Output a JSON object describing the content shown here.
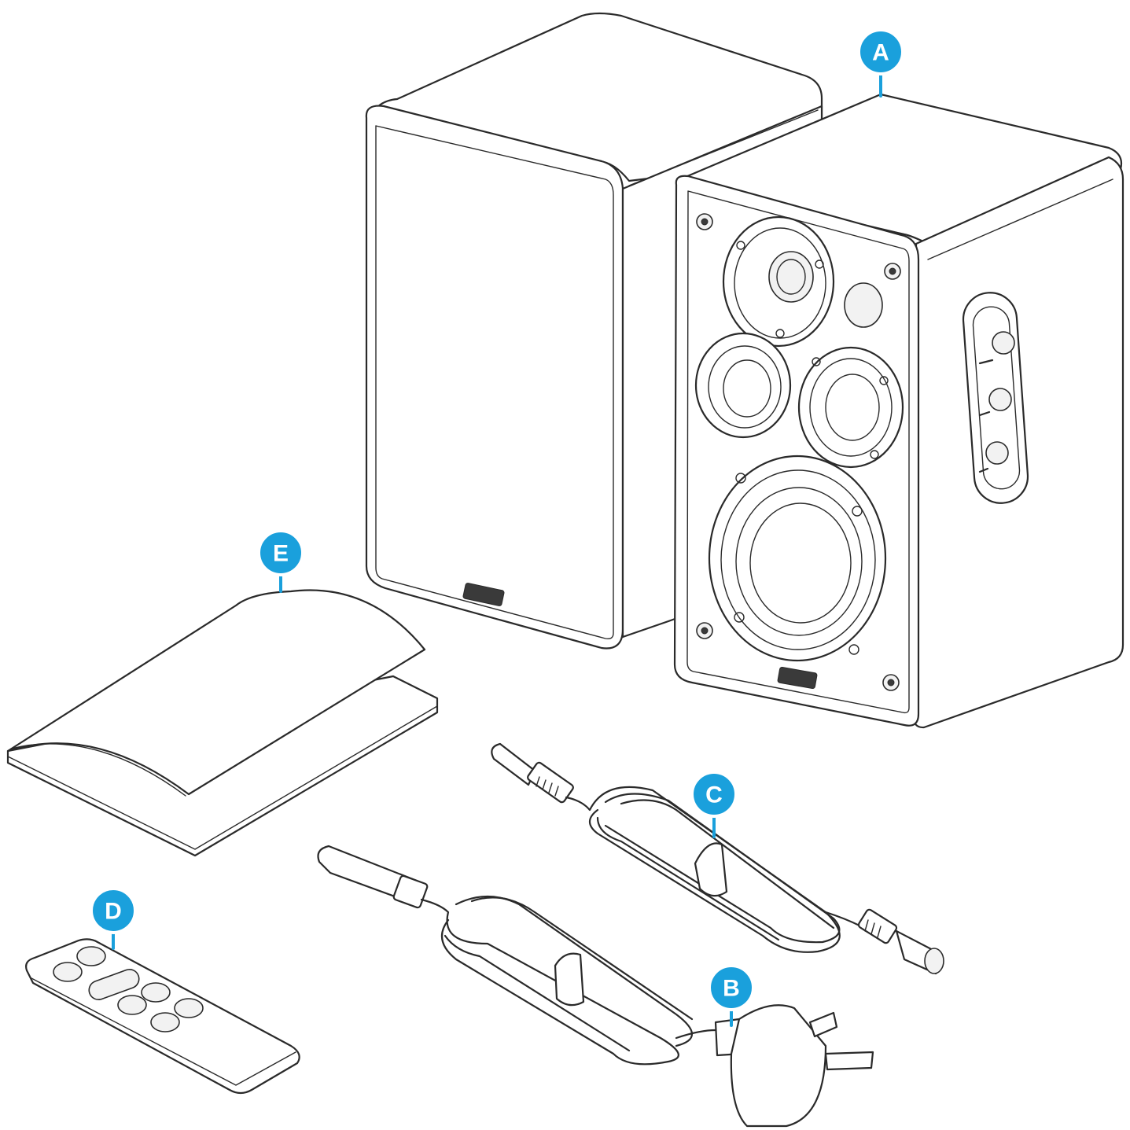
{
  "colors": {
    "callout": "#1aa0dc",
    "line": "#2a2a2a",
    "background": "#ffffff"
  },
  "callouts": {
    "a": "A",
    "b": "B",
    "c": "C",
    "d": "D",
    "e": "E"
  }
}
